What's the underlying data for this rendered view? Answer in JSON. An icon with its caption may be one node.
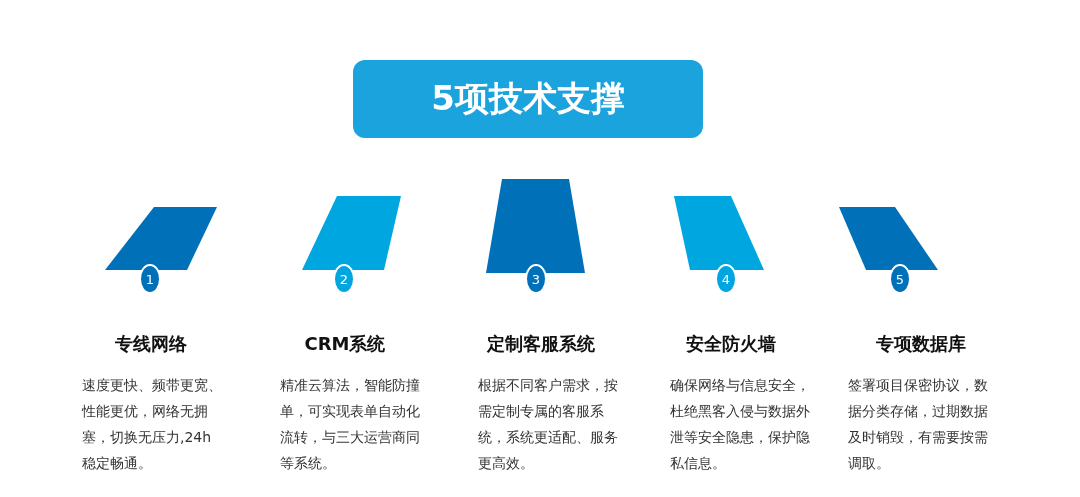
{
  "diagram": {
    "title": "5项技术支撑",
    "nodes": [
      {
        "text": [
          "1",
          "专线网络",
          "速度更快、频带更宽、性能更优，网络无拥塞，切换无压力,24h稳定畅通。"
        ]
      },
      {
        "text": [
          "2",
          "CRM系统",
          "精准云算法，智能防撞单，可实现表单自动化流转，与三大运营商同等系统。"
        ]
      },
      {
        "text": [
          "3",
          "定制客服系统",
          "根据不同客户需求，按需定制专属的客服系统，系统更适配、服务更高效。"
        ]
      },
      {
        "text": [
          "4",
          "安全防火墙",
          "确保网络与信息安全，杜绝黑客入侵与数据外泄等安全隐患，保护隐私信息。"
        ]
      },
      {
        "text": [
          "5",
          "专项数据库",
          "签署项目保密协议，数据分类存储，过期数据及时销毁，有需要按需调取。"
        ]
      }
    ],
    "edges": []
  }
}
